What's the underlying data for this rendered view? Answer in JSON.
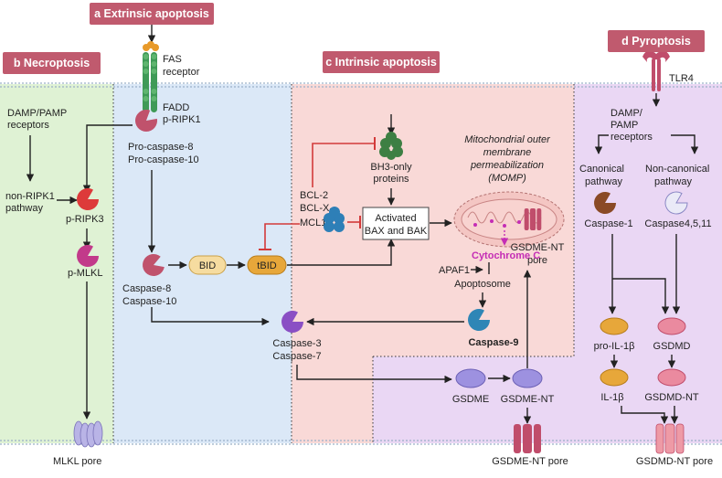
{
  "colors": {
    "header": "#c05a6e",
    "necroptosis_bg": "#dff2d4",
    "extrinsic_bg": "#dbe8f7",
    "intrinsic_bg": "#f9d9d7",
    "pyroptosis_bg": "#ead7f4",
    "inhibit": "#d33a3a",
    "magenta": "#c42db5"
  },
  "headers": {
    "extrinsic": "a Extrinsic apoptosis",
    "necroptosis": "b Necroptosis",
    "intrinsic": "c Intrinsic apoptosis",
    "pyroptosis": "d Pyroptosis"
  },
  "labels": {
    "fas_receptor": [
      "FAS",
      "receptor"
    ],
    "fadd": "FADD",
    "p_ripk1": "p-RIPK1",
    "pro_caspase_8": "Pro-caspase-8",
    "pro_caspase_10": "Pro-caspase-10",
    "damp_pamp_receptors_b": [
      "DAMP/PAMP",
      "receptors"
    ],
    "non_ripk1_pathway": [
      "non-RIPK1",
      "pathway"
    ],
    "p_ripk3": "p-RIPK3",
    "p_mlkl": "p-MLKL",
    "mlkl_pore": "MLKL pore",
    "caspase_8": "Caspase-8",
    "caspase_10": "Caspase-10",
    "bid": "BID",
    "tbid": "tBID",
    "bcl2": "BCL-2",
    "bclxl": "BCL-X",
    "bclxl_sub": "L",
    "mcl1": "MCL1",
    "bh3_only": [
      "BH3-only",
      "proteins"
    ],
    "activated_bax_bak": [
      "Activated",
      "BAX and BAK"
    ],
    "momp": [
      "Mitochondrial outer",
      "membrane",
      "permeabilization",
      "(MOMP)"
    ],
    "cytochrome_c": "Cytochrome C",
    "apaf1": "APAF1",
    "apoptosome": "Apoptosome",
    "caspase_9": "Caspase-9",
    "gsdme_nt_pore_upper": [
      "GSDME-NT",
      "pore"
    ],
    "caspase_3": "Caspase-3",
    "caspase_7": "Caspase-7",
    "gsdme": "GSDME",
    "gsdme_nt": "GSDME-NT",
    "gsdme_nt_pore": "GSDME-NT pore",
    "tlr4": "TLR4",
    "damp_pamp_receptors_d": [
      "DAMP/",
      "PAMP",
      "receptors"
    ],
    "canonical_pathway": [
      "Canonical",
      "pathway"
    ],
    "non_canonical_pathway": [
      "Non-canonical",
      "pathway"
    ],
    "caspase_1": "Caspase-1",
    "caspase_4_5_11": "Caspase4,5,11",
    "pro_il1b": "pro-IL-1β",
    "gsdmd": "GSDMD",
    "il1b": "IL-1β",
    "gsdmd_nt": "GSDMD-NT",
    "gsdmd_nt_pore": "GSDMD-NT pore"
  },
  "icons": {
    "fas_receptor": "transmembrane-receptor-icon",
    "caspase": "pacman-enzyme-icon",
    "bh3": "globular-protein-icon",
    "bcl2": "globular-protein-icon",
    "mitochondrion": "mitochondrion-icon",
    "pore": "membrane-pore-icon",
    "tlr4": "receptor-icon"
  }
}
